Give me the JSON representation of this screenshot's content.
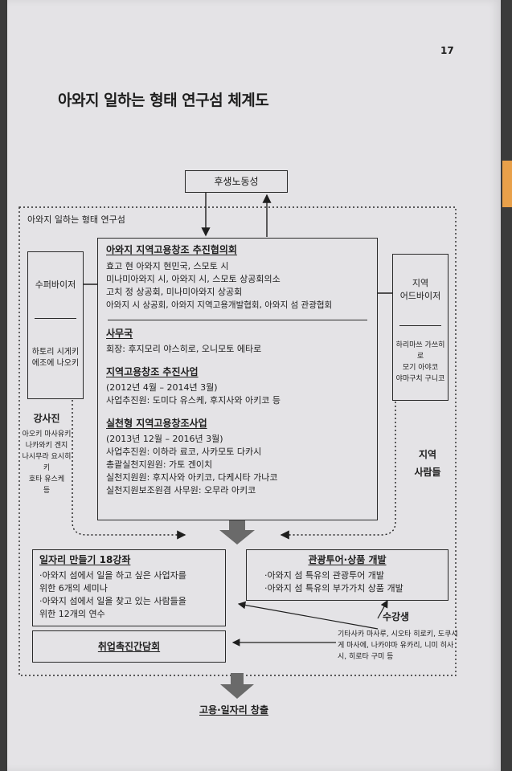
{
  "page_number": "17",
  "title": "아와지 일하는 형태 연구섬 체계도",
  "ministry": "후생노동성",
  "outer_label": "아와지 일하는 형태 연구섬",
  "council": {
    "heading": "아와지 지역고용창조 추진협의회",
    "members": [
      "효고 현 아와지 현민국, 스모토 시",
      "미나미아와지 시, 아와지 시, 스모토 상공회의소",
      "고치 정 상공회, 미나미아와지 상공회",
      "아와지 시 상공회, 아와지 지역고용개발협회, 아와지 섬 관광협회"
    ]
  },
  "secretariat": {
    "heading": "사무국",
    "lines": [
      "회장: 후지모리 야스히로, 오니모토 에타로"
    ]
  },
  "promotion": {
    "heading": "지역고용창조 추진사업",
    "lines": [
      "(2012년 4월 – 2014년 3월)",
      "사업추진원: 도미다 유스케, 후지사와 아키코 등"
    ]
  },
  "practice": {
    "heading": "실천형 지역고용창조사업",
    "lines": [
      "(2013년 12월 – 2016년 3월)",
      "사업추진원: 이하라 료코, 사카모토 다카시",
      "총괄실천지원원: 가토 겐이치",
      "실천지원원: 후지사와 아키코, 다케시타 가나코",
      "실천지원보조원겸 사무원: 오무라 아키코"
    ]
  },
  "supervisor": {
    "title": "수퍼바이저",
    "names": [
      "하토리 시게키",
      "에조에 나오키"
    ]
  },
  "advisor": {
    "title": [
      "지역",
      "어드바이저"
    ],
    "names": [
      "하리마쓰 가쓰히로",
      "모기 아야코",
      "야마구치 구니코"
    ]
  },
  "instructors": {
    "title": "강사진",
    "names": [
      "아오키 마사유키",
      "나카와키 겐지",
      "나시무라 요시히키",
      "호타 유스케",
      "등"
    ]
  },
  "locals": {
    "title": [
      "지역",
      "사람들"
    ]
  },
  "jobs": {
    "heading": "일자리 만들기 18강좌",
    "items": [
      "·아와지 섬에서 일을 하고 싶은 사업자를",
      "  위한 6개의 세미나",
      "·아와지 섬에서 일을 찾고 있는 사람들을",
      "  위한 12개의 연수"
    ]
  },
  "tourism": {
    "heading": "관광투어·상품 개발",
    "items": [
      "·아와지 섬 특유의 관광투어 개발",
      "·아와지 섬 특유의 부가가치 상품 개발"
    ]
  },
  "employment_meeting": "취업촉진간담회",
  "students": {
    "title": "수강생",
    "names": [
      "기타사카 마사루, 시오타 히로키, 도쿠시",
      "게 마사에, 나카야마 유카리, 니미 히사",
      "시, 히로타 구미 등"
    ]
  },
  "outcome": "고용·일자리 창출",
  "colors": {
    "page": "#e4e3e6",
    "ink": "#1e1e1e",
    "arrow": "#6a6a6a",
    "tab": "#e8a04a"
  }
}
